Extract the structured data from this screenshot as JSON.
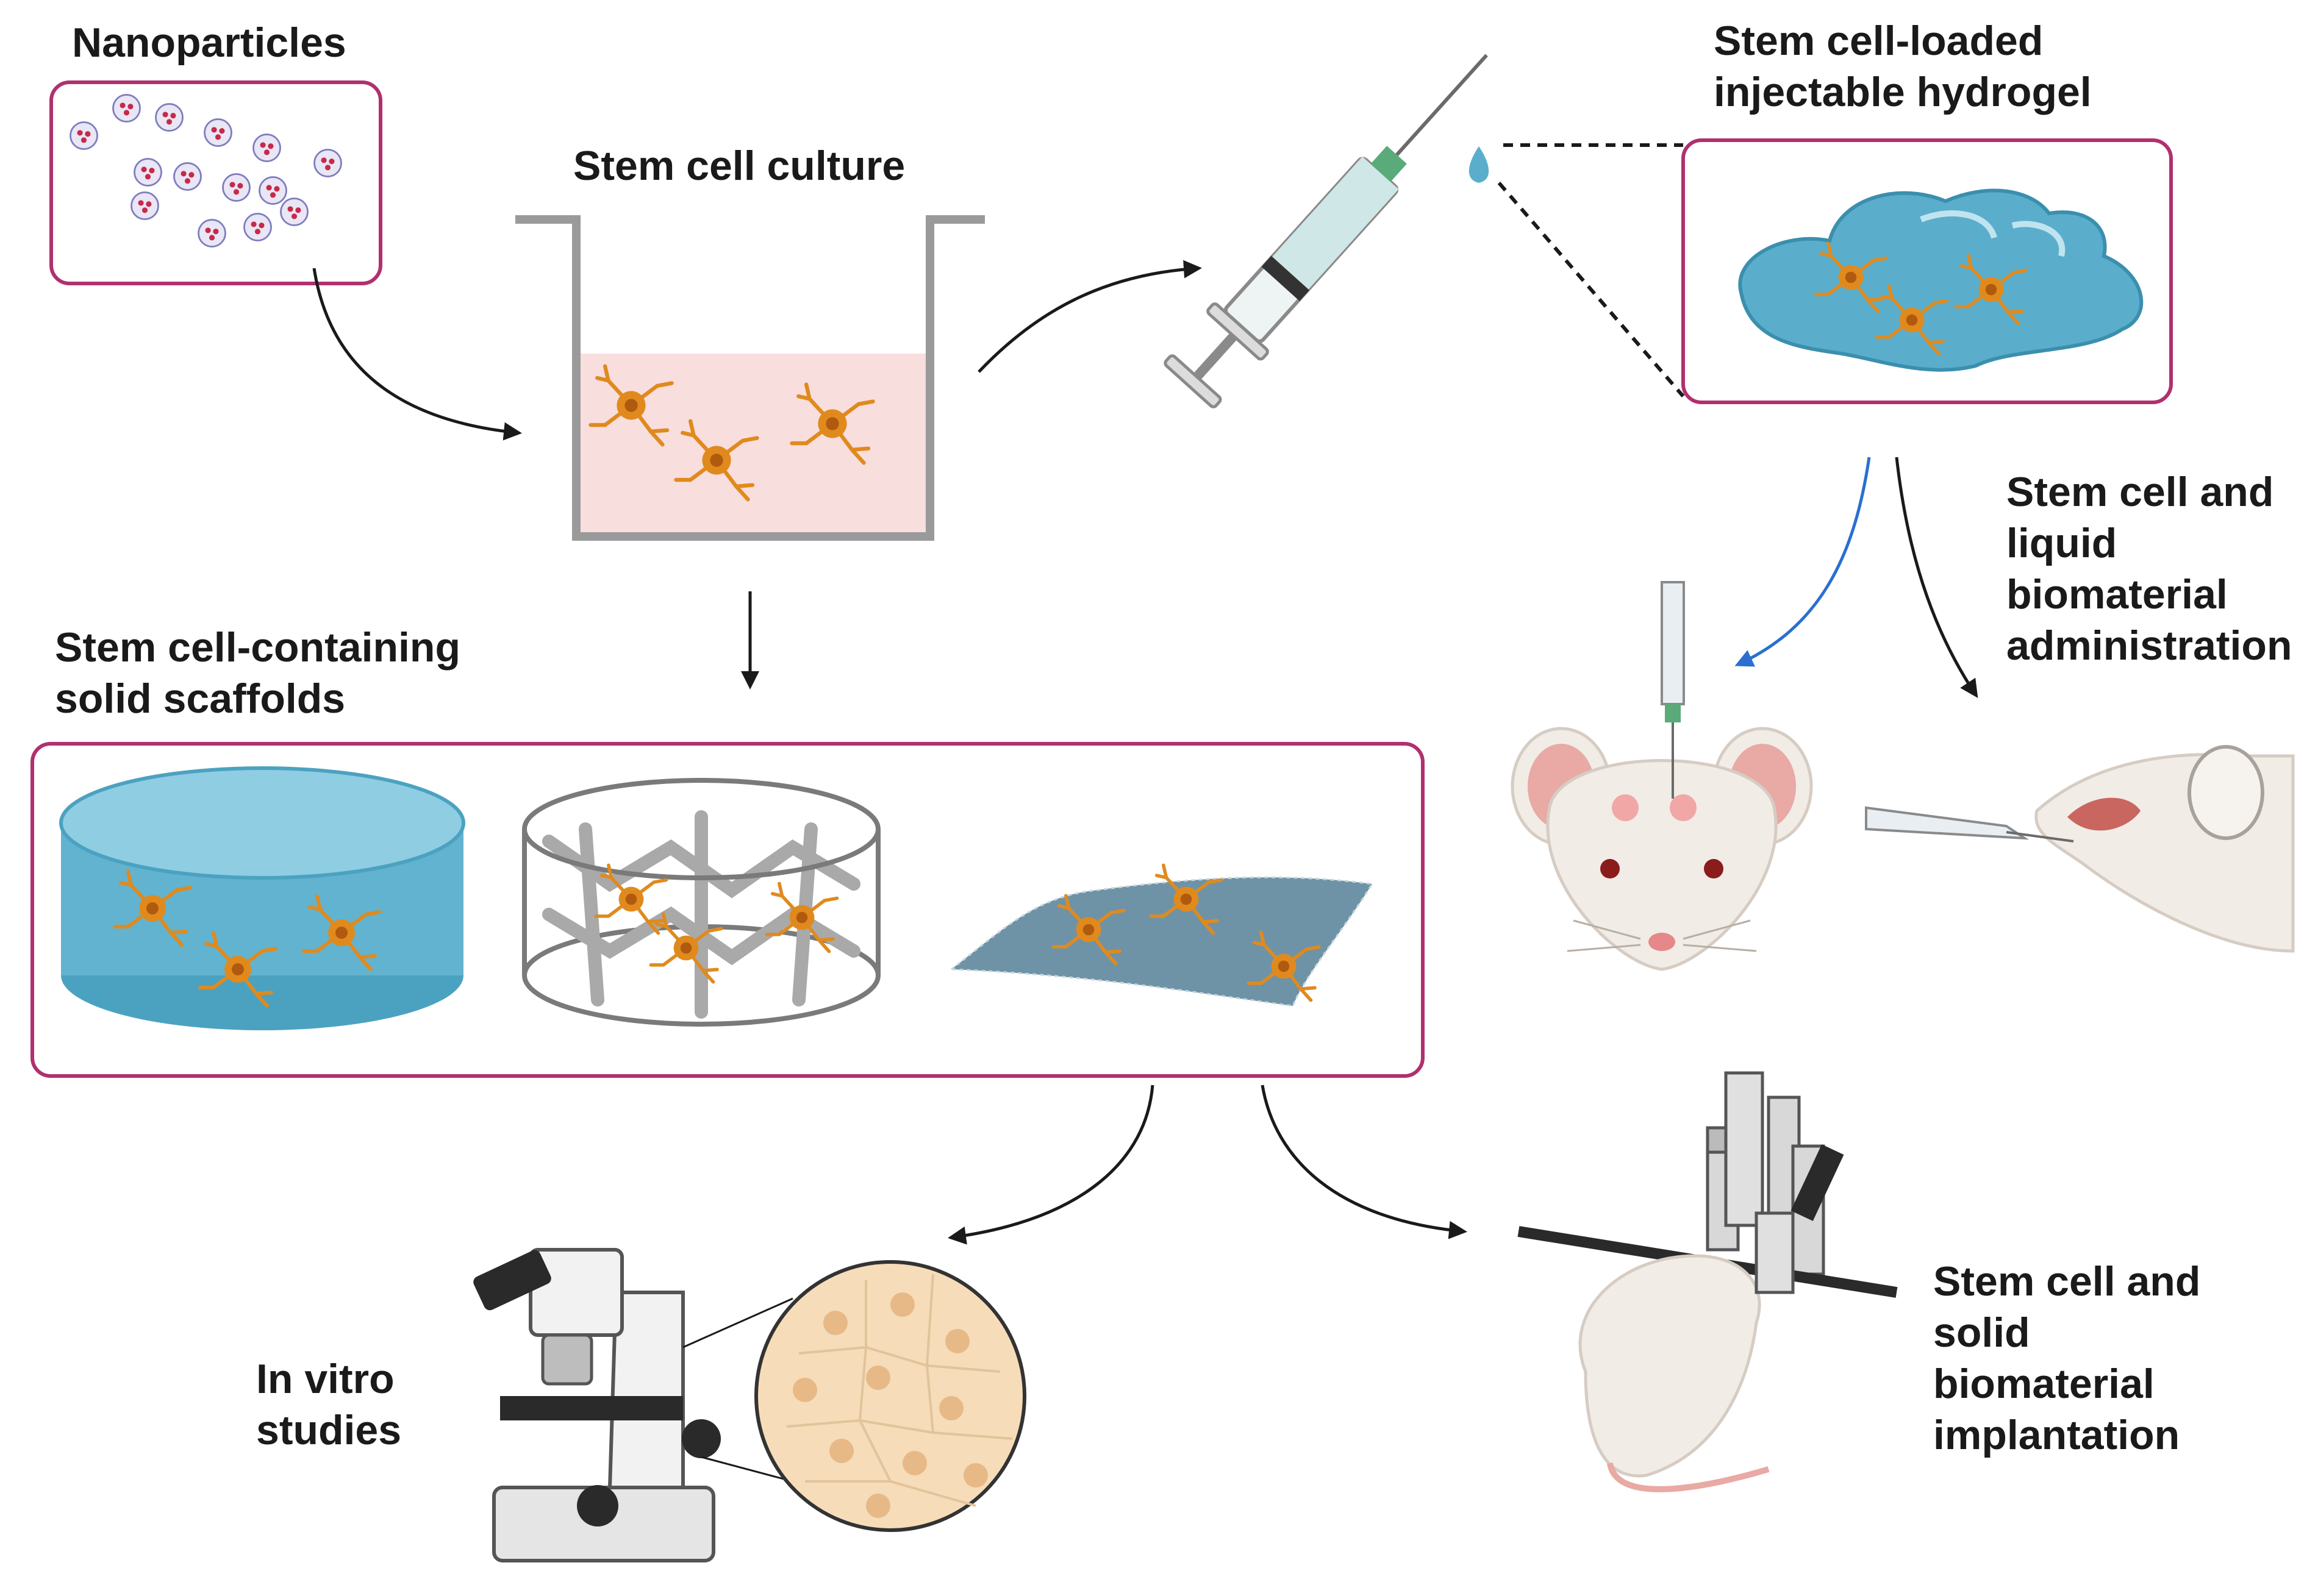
{
  "labels": {
    "nanoparticles": "Nanoparticles",
    "stem_cell_culture": "Stem cell culture",
    "hydrogel": [
      "Stem cell-loaded",
      "injectable hydrogel"
    ],
    "liquid_admin": [
      "Stem cell and",
      "liquid",
      "biomaterial",
      "administration"
    ],
    "solid_scaffolds": [
      "Stem cell-containing",
      "solid scaffolds"
    ],
    "in_vitro": [
      "In vitro",
      "studies"
    ],
    "solid_implant": [
      "Stem cell and",
      "solid",
      "biomaterial",
      "implantation"
    ]
  },
  "colors": {
    "box_border": "#b0306f",
    "medium": "#f9dede",
    "cell_body": "#e08a1e",
    "cell_nucleus": "#b05a10",
    "hydrogel": "#5aaecb",
    "hydrogel_dark": "#3b8fae",
    "blue_arrow": "#2a6fd1",
    "skin": "#f1ece6",
    "ear": "#e9a9a4"
  }
}
